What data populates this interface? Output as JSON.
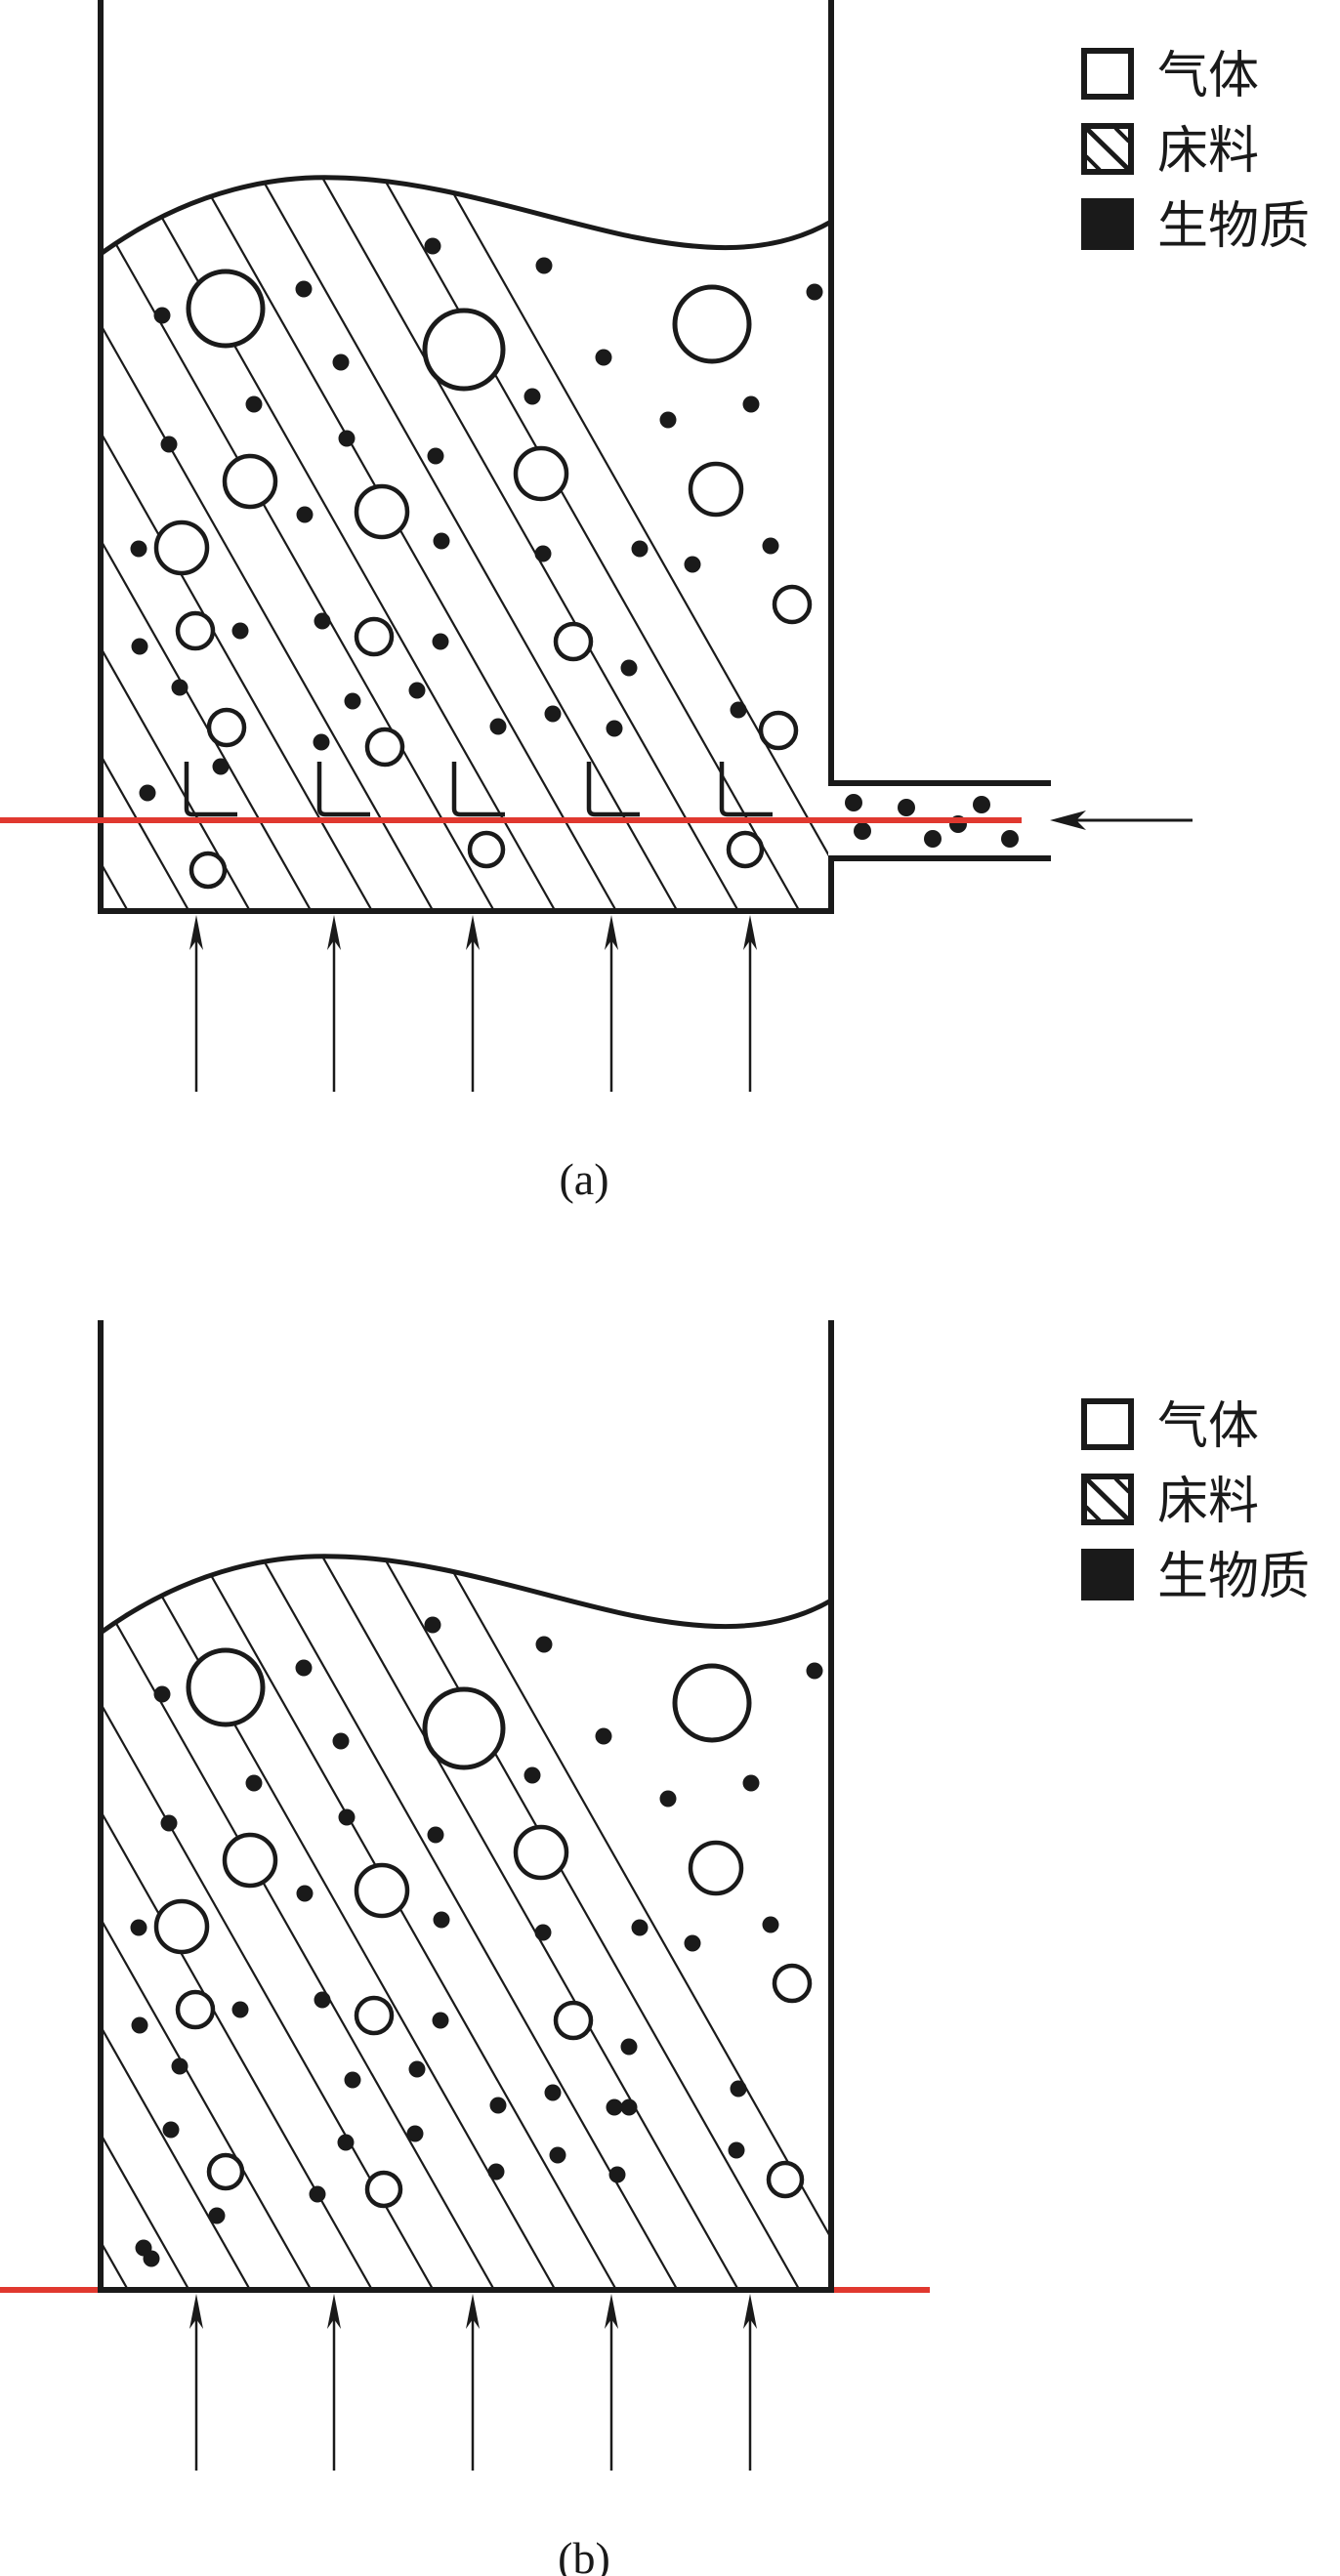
{
  "legend": {
    "items": [
      {
        "key": "gas",
        "label": "气体",
        "swatch": "empty-square"
      },
      {
        "key": "bed",
        "label": "床料",
        "swatch": "hatched-square"
      },
      {
        "key": "biomass",
        "label": "生物质",
        "swatch": "filled-square"
      }
    ]
  },
  "colors": {
    "stroke": "#1a1a1a",
    "highlight_line": "#e0382f",
    "background": "#ffffff"
  },
  "panels": [
    {
      "id": "a",
      "caption": "(a)",
      "air_inlet_arrows": 5,
      "nozzles": 5,
      "side_feeder": true,
      "feeder_particles": 7,
      "description": "bed with side feeder and L-shaped nozzles; red line at nozzle level"
    },
    {
      "id": "b",
      "caption": "(b)",
      "air_inlet_arrows": 5,
      "nozzles": 0,
      "side_feeder": false,
      "feeder_particles": 0,
      "description": "bed without feeder; red line at distributor plate level"
    }
  ]
}
